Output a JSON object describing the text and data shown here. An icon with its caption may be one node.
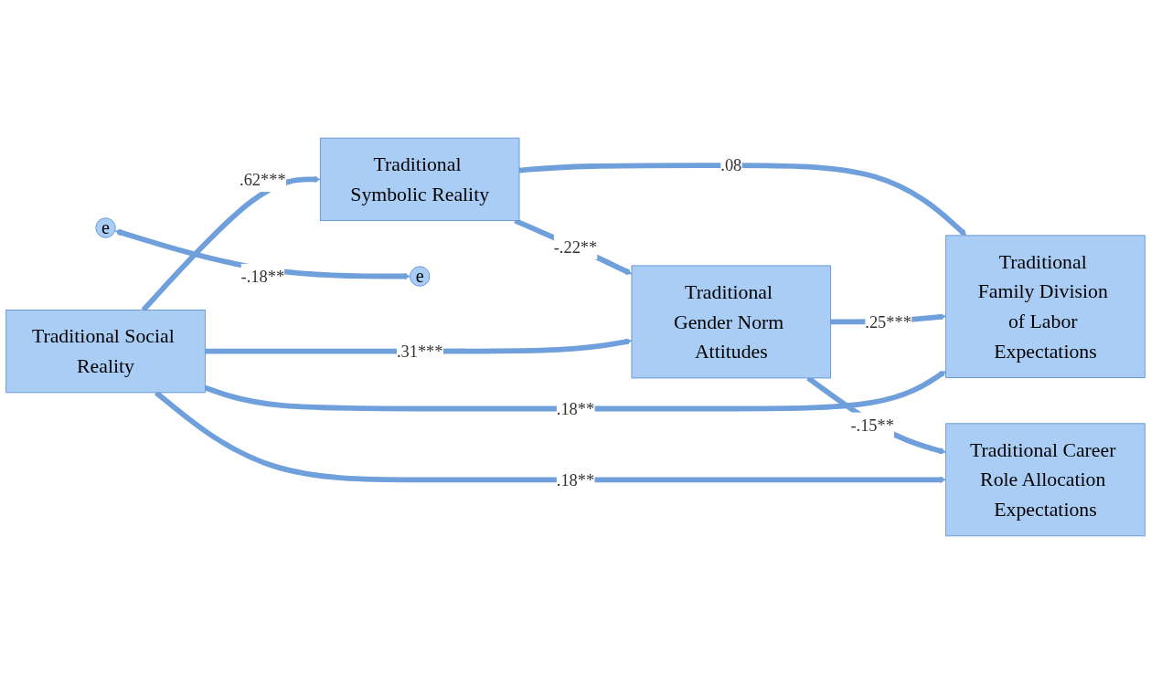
{
  "diagram": {
    "nodes": [
      {
        "text": [
          "Traditional Symbolic Reality"
        ]
      },
      {
        "text": [
          "Traditional Family Division of Labor Expectations"
        ]
      },
      {
        "text": [
          "e"
        ]
      },
      {
        "text": [
          "Traditional Gender Norm Attitudes"
        ]
      },
      {
        "text": [
          "Traditional Social Reality"
        ]
      },
      {
        "text": [
          "e"
        ]
      },
      {
        "text": [
          "Traditional Career Role Allocation Expectations"
        ]
      }
    ],
    "edges": [
      {
        "from": 0,
        "to": 1,
        "arrow": "to",
        "label": ".08"
      },
      {
        "from": 0,
        "to": 3,
        "arrow": "to",
        "label": "-.22**"
      },
      {
        "from": 4,
        "to": 0,
        "arrow": "to",
        "label": ".62***"
      },
      {
        "from": 4,
        "to": 3,
        "arrow": "to",
        "label": ".31***"
      },
      {
        "from": 3,
        "to": 1,
        "arrow": "to",
        "label": ".25***"
      },
      {
        "from": 3,
        "to": 6,
        "arrow": "to",
        "label": "-.15**"
      },
      {
        "from": 4,
        "to": 6,
        "arrow": "to",
        "label": ".18**"
      },
      {
        "from": 2,
        "to": 5,
        "arrow": "both",
        "label": "-.18**"
      },
      {
        "from": 4,
        "to": 1,
        "arrow": "to",
        "label": ".18**"
      }
    ]
  }
}
